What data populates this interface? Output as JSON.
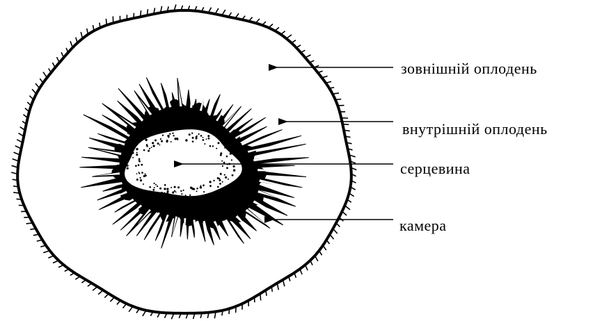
{
  "labels": {
    "outer_pericarp": "зовнішній оплодень",
    "inner_pericarp": "внутрішній оплодень",
    "core": "серцевина",
    "chamber": "камера"
  },
  "colors": {
    "ink": "#000000",
    "background": "#ffffff"
  }
}
